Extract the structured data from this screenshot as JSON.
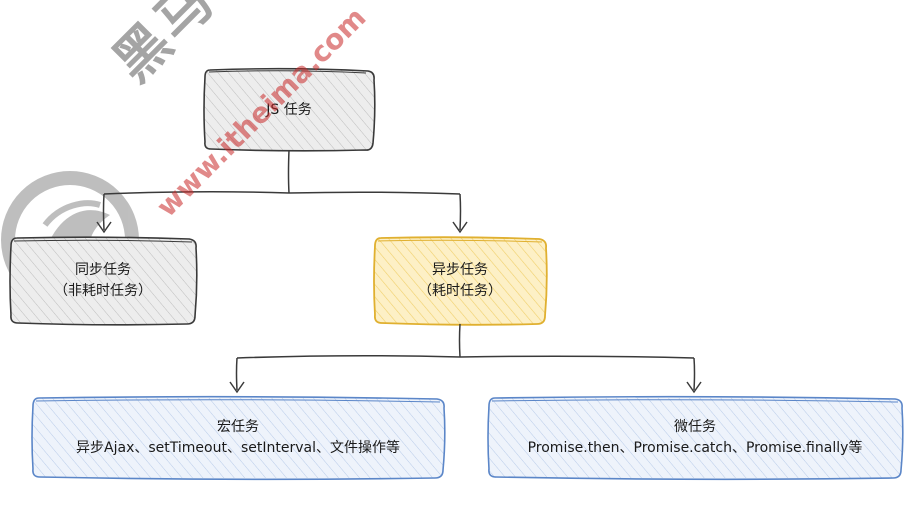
{
  "nodes": {
    "js_task": {
      "line1": "JS 任务"
    },
    "sync_task": {
      "line1": "同步任务",
      "line2": "（非耗时任务）"
    },
    "async_task": {
      "line1": "异步任务",
      "line2": "（耗时任务）"
    },
    "macro_task": {
      "line1": "宏任务",
      "line2": "异步Ajax、setTimeout、setInterval、文件操作等"
    },
    "micro_task": {
      "line1": "微任务",
      "line2": "Promise.then、Promise.catch、Promise.finally等"
    }
  },
  "watermark": {
    "brand_text": "黑马程序员",
    "url_text": "www.itheima.com"
  },
  "colors": {
    "default_stroke": "#3a3a3a",
    "default_fill": "#d9d9d9",
    "async_stroke": "#e0b030",
    "async_fill": "#fbe7a8",
    "blue_stroke": "#5b86c8",
    "blue_fill": "#dbe6f6",
    "connector": "#3a3a3a"
  }
}
